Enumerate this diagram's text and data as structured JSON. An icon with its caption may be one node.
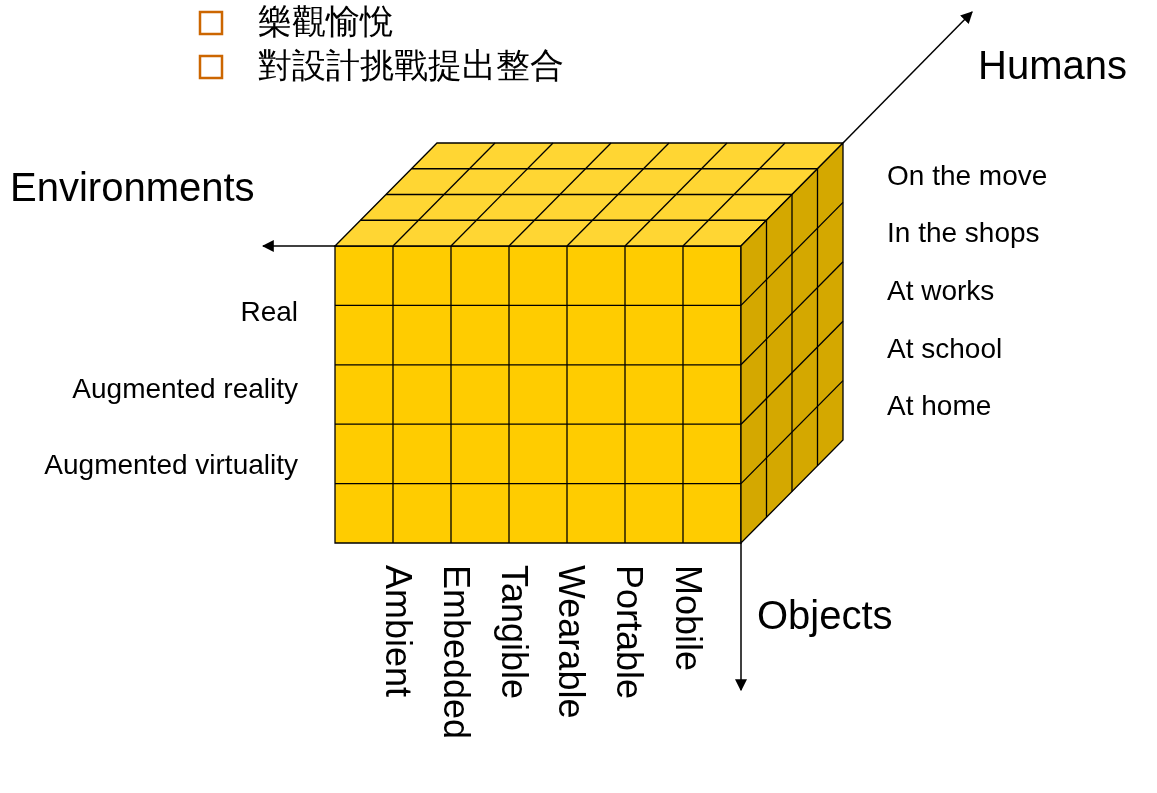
{
  "diagram": {
    "labels": [
      "樂觀愉悅",
      "對設計挑戰提出整合",
      "Humans",
      "Environments",
      "On the move",
      "In the shops",
      "At works",
      "Real",
      "At school",
      "Augmented reality",
      "At home",
      "Augmented virtuality",
      "Objects",
      "Ambient",
      "Embedded",
      "Tangible",
      "Wearable",
      "Portable",
      "Mobile"
    ]
  }
}
